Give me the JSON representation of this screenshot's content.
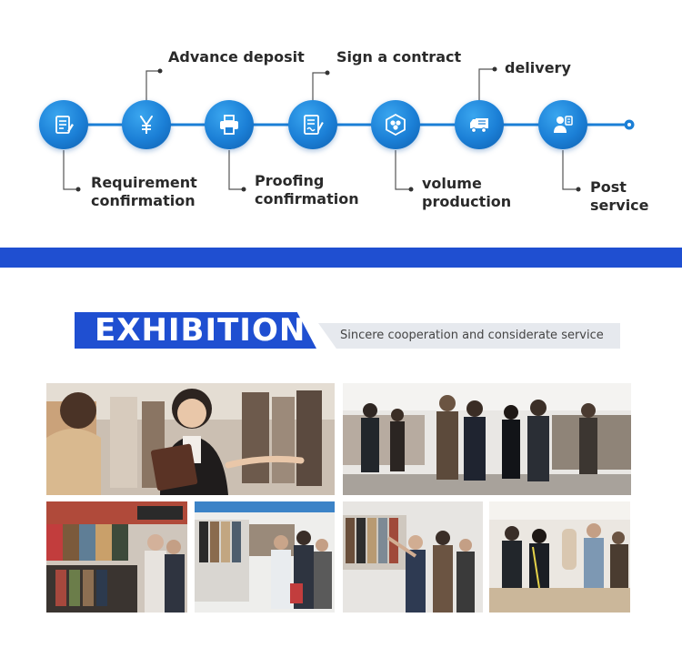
{
  "process": {
    "steps": [
      {
        "icon": "document-icon",
        "label": [
          "Requirement",
          "confirmation"
        ],
        "position": "below"
      },
      {
        "icon": "yen-icon",
        "label": [
          "Advance deposit"
        ],
        "position": "above"
      },
      {
        "icon": "printer-icon",
        "label": [
          "Proofing",
          "confirmation"
        ],
        "position": "below"
      },
      {
        "icon": "contract-icon",
        "label": [
          "Sign a contract"
        ],
        "position": "above"
      },
      {
        "icon": "production-icon",
        "label": [
          "volume",
          "production"
        ],
        "position": "below"
      },
      {
        "icon": "truck-icon",
        "label": [
          "delivery"
        ],
        "position": "above"
      },
      {
        "icon": "service-icon",
        "label": [
          "Post",
          "service"
        ],
        "position": "below"
      }
    ],
    "accent": "#1b7fd6"
  },
  "exhibition": {
    "title": "EXHIBITION",
    "subtitle": "Sincere cooperation and considerate service",
    "accent": "#1f4fd1"
  },
  "photos": [
    {
      "name": "photo-showroom-welcome"
    },
    {
      "name": "photo-exhibition-hall-crowd"
    },
    {
      "name": "photo-clothing-rack-booth"
    },
    {
      "name": "photo-booth-discussion"
    },
    {
      "name": "photo-presentation-rack"
    },
    {
      "name": "photo-tailoring-table"
    }
  ]
}
